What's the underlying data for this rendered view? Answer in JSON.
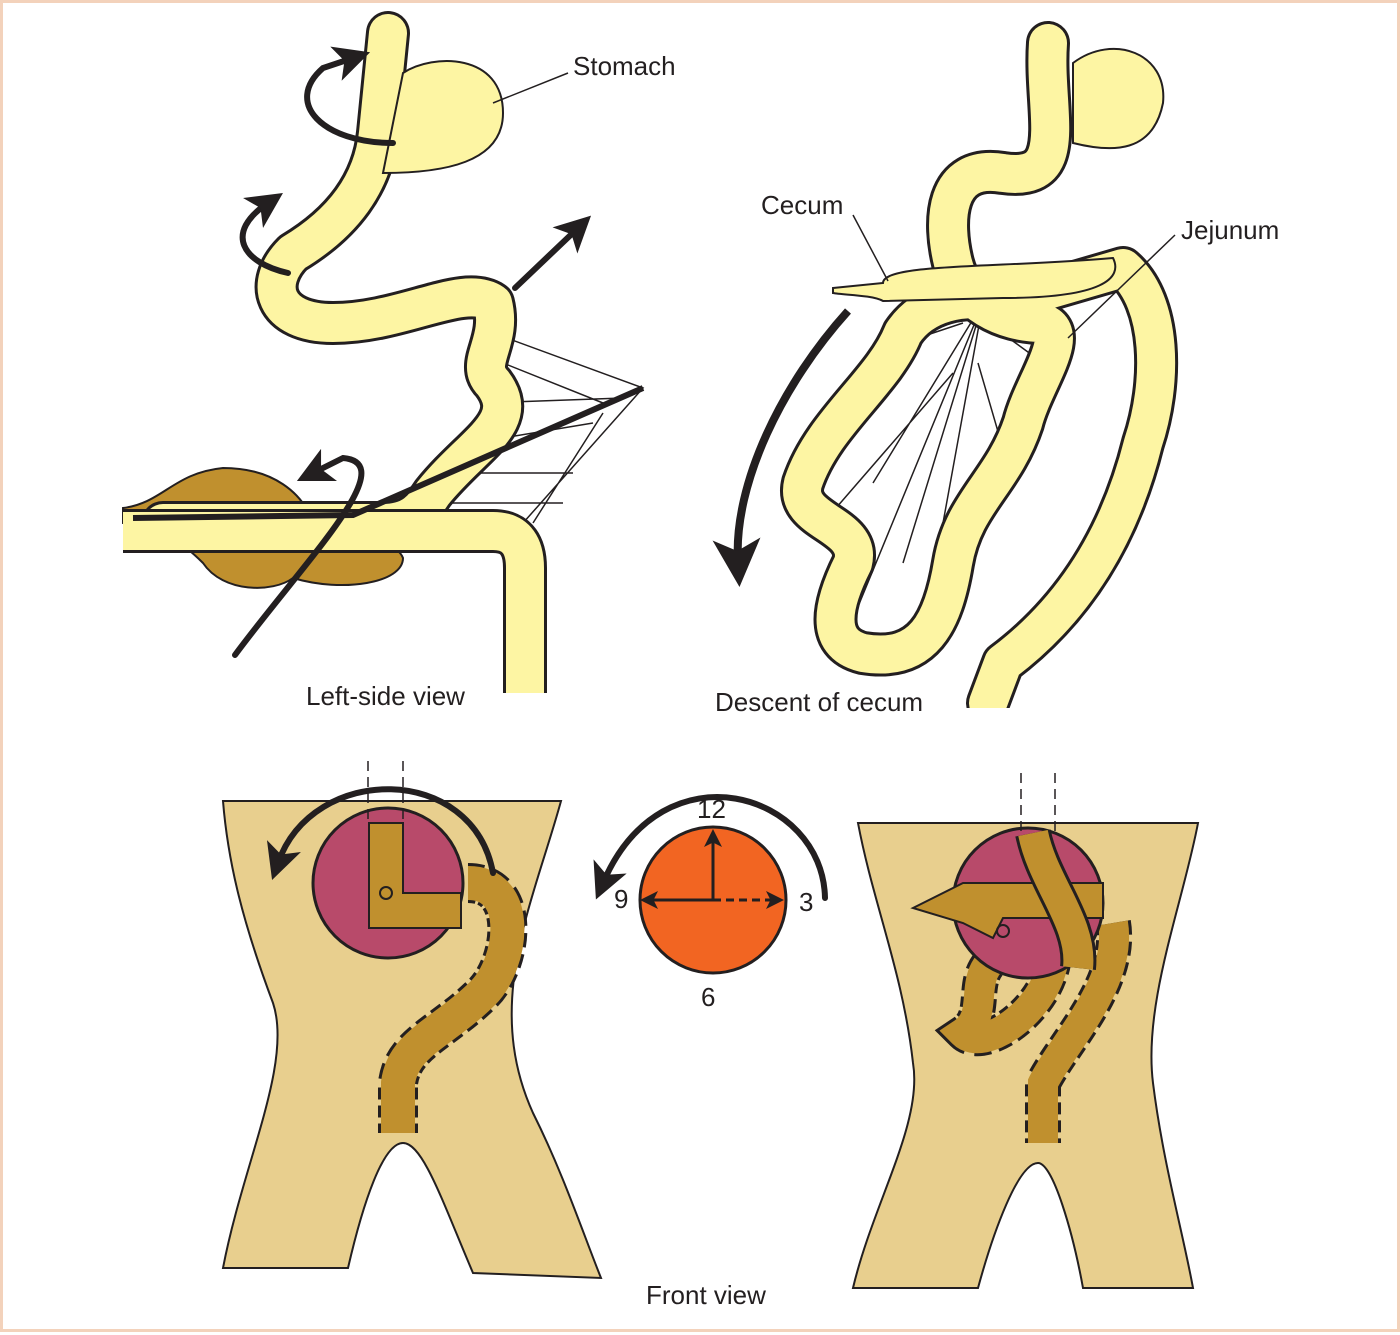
{
  "labels": {
    "stomach": "Stomach",
    "cecum": "Cecum",
    "jejunum": "Jejunum",
    "left_side_view": "Left-side view",
    "descent_of_cecum": "Descent of cecum",
    "front_view": "Front view"
  },
  "clock": {
    "twelve": "12",
    "three": "3",
    "six": "6",
    "nine": "9"
  },
  "colors": {
    "gut_yellow": "#fdf5a3",
    "brown": "#c0902e",
    "body_tan": "#e8cf8e",
    "cord_magenta": "#b84a6a",
    "clock_orange": "#f26522",
    "border": "#f3d2bb"
  }
}
